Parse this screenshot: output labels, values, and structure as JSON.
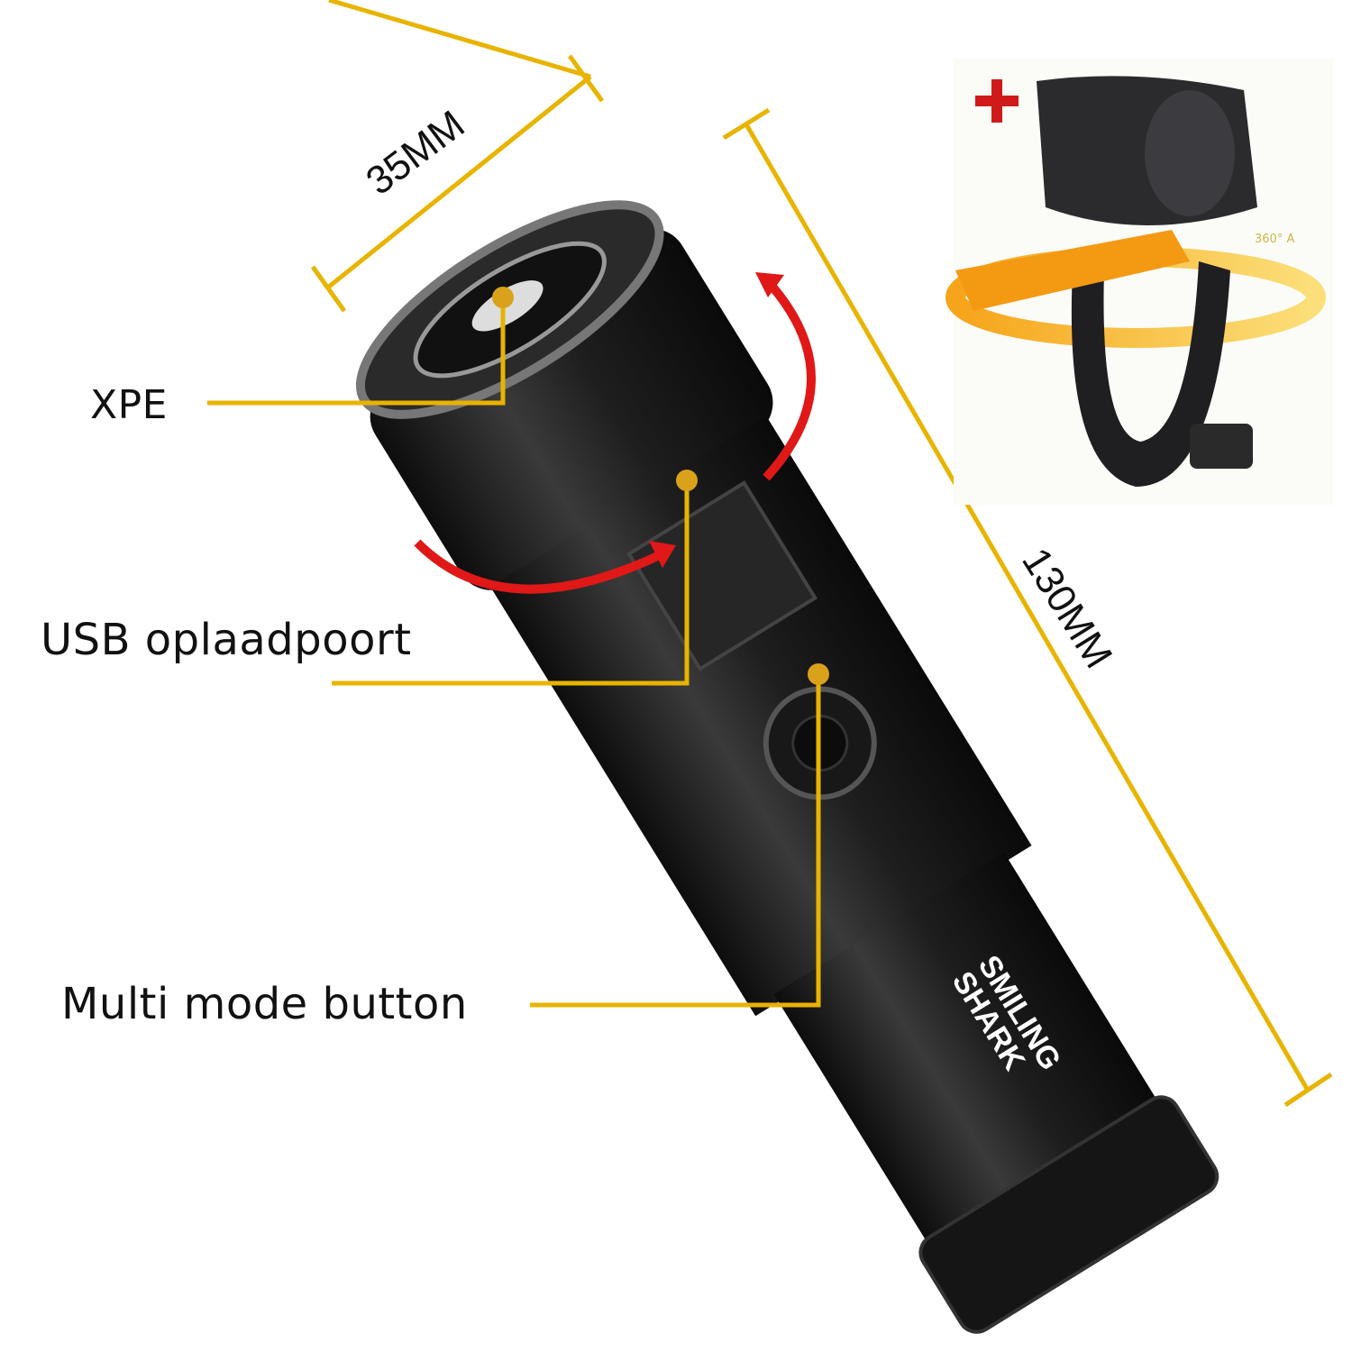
{
  "callouts": {
    "led": "XPE",
    "usb": "USB oplaadpoort",
    "button": "Multi mode button"
  },
  "dimensions": {
    "width": "35MM",
    "length": "130MM"
  },
  "brand": {
    "line1": "SMILING",
    "line2": "SHARK"
  },
  "mount": {
    "rotation_text": "360° A",
    "plus": "+"
  },
  "colors": {
    "callout_line": "#E8B400",
    "dot": "#D9A21A",
    "arrow_red": "#E01818",
    "body": "#1c1c1c"
  }
}
